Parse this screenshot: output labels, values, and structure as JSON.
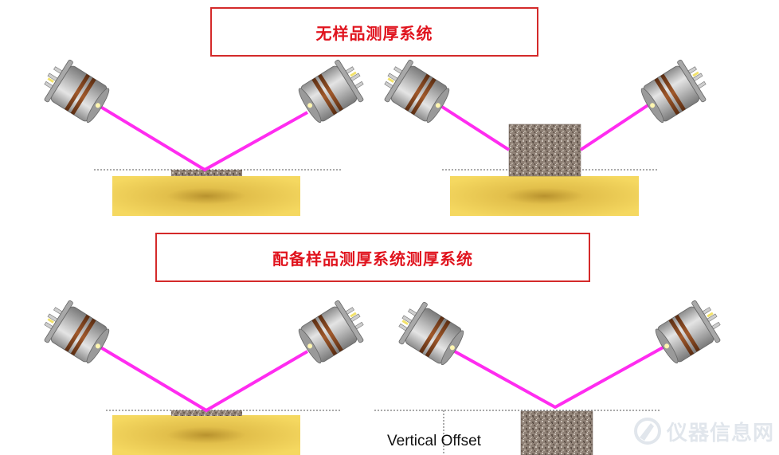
{
  "titles": {
    "top": "无样品测厚系统",
    "bottom": "配备样品测厚系统测厚系统"
  },
  "labels": {
    "vertical_offset": "Vertical Offset"
  },
  "watermark": {
    "text": "仪器信息网"
  },
  "colors": {
    "title_text": "#e0141e",
    "title_border": "#d42a2a",
    "laser_beam": "#ff2cf0",
    "base_plate": "#f3d35a",
    "sample": "#8a7a6e",
    "sensor_body": "#b9b9b9",
    "sensor_band": "#8a4a22"
  },
  "icons": [
    "laser-sensor-icon",
    "watermark-logo-icon"
  ]
}
